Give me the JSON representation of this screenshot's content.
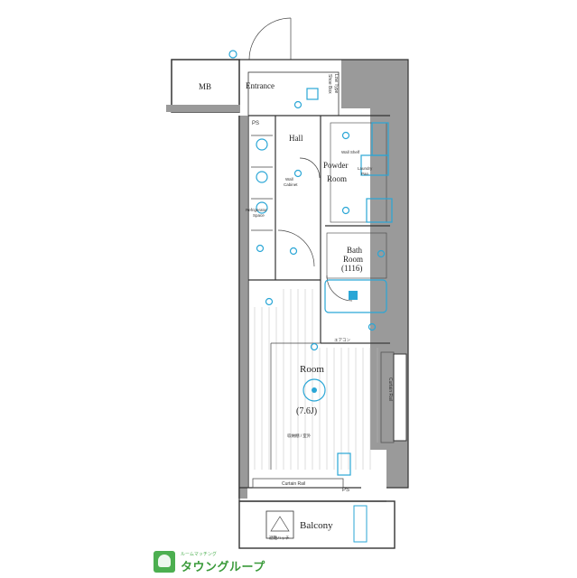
{
  "floorplan": {
    "rooms": {
      "mb": "MB",
      "entrance": "Entrance",
      "shoe_box": "Shoe Box",
      "shoe_box_sub": "Low Type",
      "ps_top": "PS",
      "hall": "Hall",
      "powder_room_line1": "Powder",
      "powder_room_line2": "Room",
      "wall_shelf": "Wall Shelf",
      "laundry_pan": "Laundry",
      "laundry_pan_sub": "Pan",
      "wall_cabinet": "Wall",
      "wall_cabinet_sub": "Cabinet",
      "refrigerator_line1": "Refrigerator",
      "refrigerator_line2": "Space",
      "bath_line1": "Bath",
      "bath_line2": "Room",
      "bath_size": "(1116)",
      "room": "Room",
      "room_size": "(7.6J)",
      "curtain_rail_right": "Curtain Rail",
      "curtain_rail_bottom": "Curtain Rail",
      "ps_bottom": "PS",
      "balcony": "Balcony",
      "hatch": "避難ハッチ",
      "room_note_top": "エアコン",
      "room_note_bottom": "収納棚 / 室外"
    }
  },
  "logo": {
    "tagline": "ルームマッチング",
    "brand": "タウングループ"
  },
  "colors": {
    "wall": "#9a9a9a",
    "fixture": "#2aa6d6",
    "brand_green": "#4caf50"
  }
}
